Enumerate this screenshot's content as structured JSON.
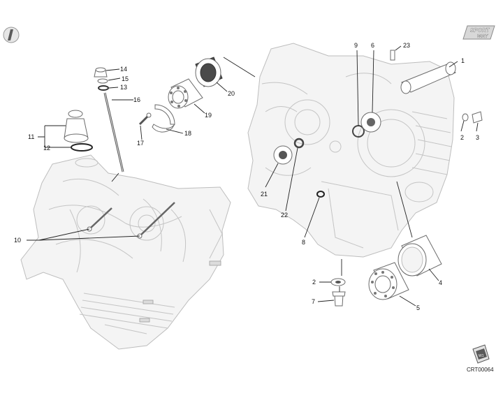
{
  "logo": {
    "line1": "SPORT",
    "line2": "WAY"
  },
  "drawing_code": "CRT00064",
  "parts": [
    {
      "n": "1"
    },
    {
      "n": "2"
    },
    {
      "n": "3"
    },
    {
      "n": "2"
    },
    {
      "n": "4"
    },
    {
      "n": "5"
    },
    {
      "n": "6"
    },
    {
      "n": "7"
    },
    {
      "n": "8"
    },
    {
      "n": "9"
    },
    {
      "n": "10"
    },
    {
      "n": "11"
    },
    {
      "n": "12"
    },
    {
      "n": "13"
    },
    {
      "n": "14"
    },
    {
      "n": "15"
    },
    {
      "n": "16"
    },
    {
      "n": "17"
    },
    {
      "n": "18"
    },
    {
      "n": "19"
    },
    {
      "n": "20"
    },
    {
      "n": "21"
    },
    {
      "n": "22"
    },
    {
      "n": "23"
    }
  ]
}
